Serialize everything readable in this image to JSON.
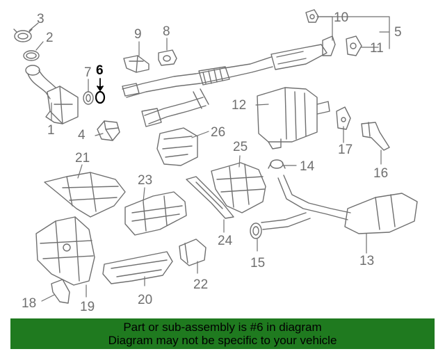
{
  "callouts": {
    "c1": "1",
    "c2": "2",
    "c3": "3",
    "c4": "4",
    "c5": "5",
    "c6": "6",
    "c7": "7",
    "c8": "8",
    "c9": "9",
    "c10": "10",
    "c11": "11",
    "c12": "12",
    "c13": "13",
    "c14": "14",
    "c15": "15",
    "c16": "16",
    "c17": "17",
    "c18": "18",
    "c19": "19",
    "c20": "20",
    "c21": "21",
    "c22": "22",
    "c23": "23",
    "c24": "24",
    "c25": "25",
    "c26": "26"
  },
  "highlighted_part": "6",
  "colors": {
    "line": "#6f6f6f",
    "highlight": "#000000",
    "banner_background": "#1f7a1f"
  },
  "banner": {
    "line1": "Part or sub-assembly is #6 in diagram",
    "line2": "Diagram may not be specific to your vehicle"
  }
}
